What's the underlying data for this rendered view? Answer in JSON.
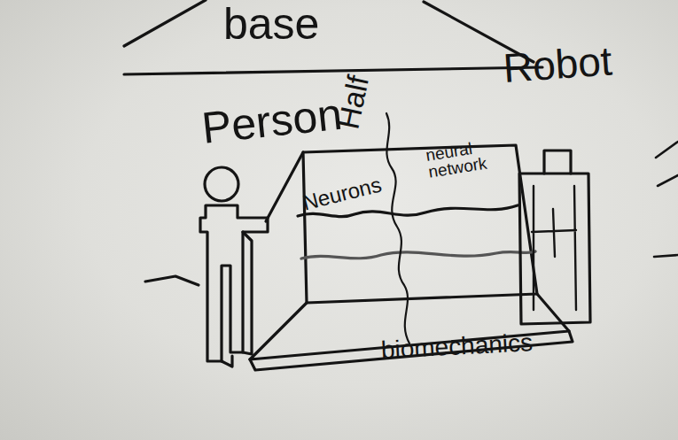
{
  "diagram": {
    "nodes": [
      {
        "text": [
          "base"
        ]
      },
      {
        "text": [
          "Neurons",
          "neural network",
          "biomechanics"
        ]
      }
    ],
    "labels": [
      "Person",
      "Half",
      "Robot"
    ]
  }
}
